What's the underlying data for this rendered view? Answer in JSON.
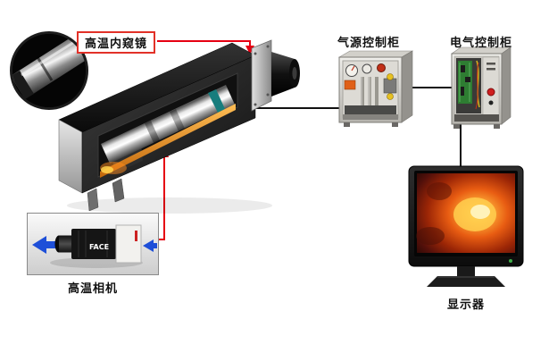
{
  "labels": {
    "endoscope": "高温内窥镜",
    "air_cabinet": "气源控制柜",
    "electrical_cabinet": "电气控制柜",
    "camera": "高温相机",
    "monitor": "显示器"
  },
  "camera_photo": {
    "logo": "FACE"
  },
  "colors": {
    "connector_red": "#e60012",
    "connector_black": "#111111",
    "label_box_border": "#e23128",
    "housing_black": "#1a1a1a",
    "rail_orange": "#f08a1e",
    "cabinet_gray": "#d6d4cf",
    "pcb_green": "#2e7d32",
    "furnace_orange": "#e85c12",
    "arrow_blue": "#1e4fd8"
  }
}
